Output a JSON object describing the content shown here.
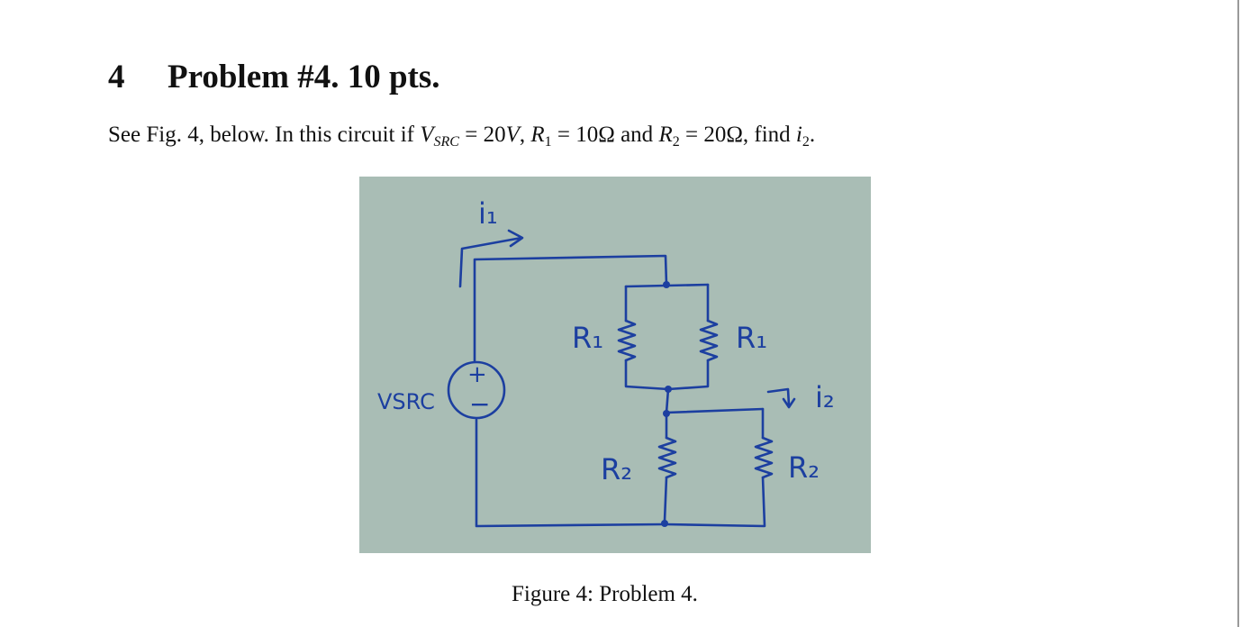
{
  "section": {
    "number": "4",
    "title": "Problem #4. 10 pts."
  },
  "problem": {
    "lead": "See Fig. 4, below. In this circuit if ",
    "v_sym": "V",
    "v_sub": "SRC",
    "v_val": " = 20",
    "v_unit": "V",
    "sep1": ", ",
    "r1_sym": "R",
    "r1_sub": "1",
    "r1_val": " = 10Ω and ",
    "r2_sym": "R",
    "r2_sub": "2",
    "r2_val": " = 20Ω, find ",
    "i2_sym": "i",
    "i2_sub": "2",
    "end": "."
  },
  "figure": {
    "labels": {
      "i1": "i₁",
      "vsrc": "VSRC",
      "plus": "+",
      "minus": "−",
      "r1_left": "R₁",
      "r1_right": "R₁",
      "i2": "i₂",
      "r2_left": "R₂",
      "r2_right": "R₂"
    },
    "colors": {
      "background": "#a9bdb5",
      "ink": "#1c3fa0"
    }
  },
  "caption": "Figure 4: Problem 4."
}
